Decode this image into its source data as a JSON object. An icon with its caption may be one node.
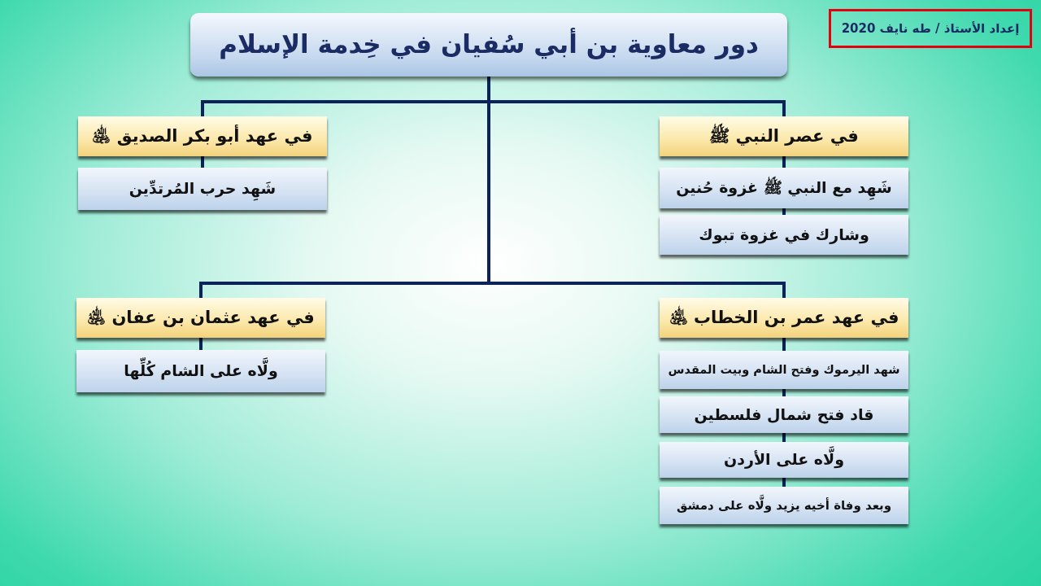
{
  "diagram": {
    "nodes": [
      {
        "text": [
          "دور معاوية بن أبي سُفيان في خِدمة الإسلام"
        ]
      },
      {
        "text": [
          "في عصر النبي ﷺ"
        ]
      },
      {
        "text": [
          "شَهِد مع النبي ﷺ غزوة حُنين"
        ]
      },
      {
        "text": [
          "وشارك في غزوة تبوك"
        ]
      },
      {
        "text": [
          "في عهد أبو بكر الصديق ﵁"
        ]
      },
      {
        "text": [
          "شَهِد حرب المُرتدِّين"
        ]
      },
      {
        "text": [
          "في عهد عمر بن الخطاب ﵁"
        ]
      },
      {
        "text": [
          "شهد اليرموك وفتح الشام وبيت المقدس"
        ]
      },
      {
        "text": [
          "قاد فتح شمال فلسطين"
        ]
      },
      {
        "text": [
          "ولَّاه على الأردن"
        ]
      },
      {
        "text": [
          "وبعد وفاة أخيه يزيد ولَّاه على دمشق"
        ]
      },
      {
        "text": [
          "في عهد عثمان بن عفان ﵁"
        ]
      },
      {
        "text": [
          "ولَّاه على الشام كُلِّها"
        ]
      }
    ],
    "edges": [
      {
        "from": 0,
        "to": 1,
        "arrow": "none"
      },
      {
        "from": 0,
        "to": 4,
        "arrow": "none"
      },
      {
        "from": 0,
        "to": 6,
        "arrow": "none"
      },
      {
        "from": 0,
        "to": 11,
        "arrow": "none"
      },
      {
        "from": 1,
        "to": 2,
        "arrow": "none"
      },
      {
        "from": 2,
        "to": 3,
        "arrow": "none"
      },
      {
        "from": 4,
        "to": 5,
        "arrow": "none"
      },
      {
        "from": 6,
        "to": 7,
        "arrow": "none"
      },
      {
        "from": 7,
        "to": 8,
        "arrow": "none"
      },
      {
        "from": 8,
        "to": 9,
        "arrow": "none"
      },
      {
        "from": 9,
        "to": 10,
        "arrow": "none"
      },
      {
        "from": 11,
        "to": 12,
        "arrow": "none"
      }
    ],
    "labels": [
      "إعداد الأستاذ / طه نايف 2020"
    ]
  }
}
